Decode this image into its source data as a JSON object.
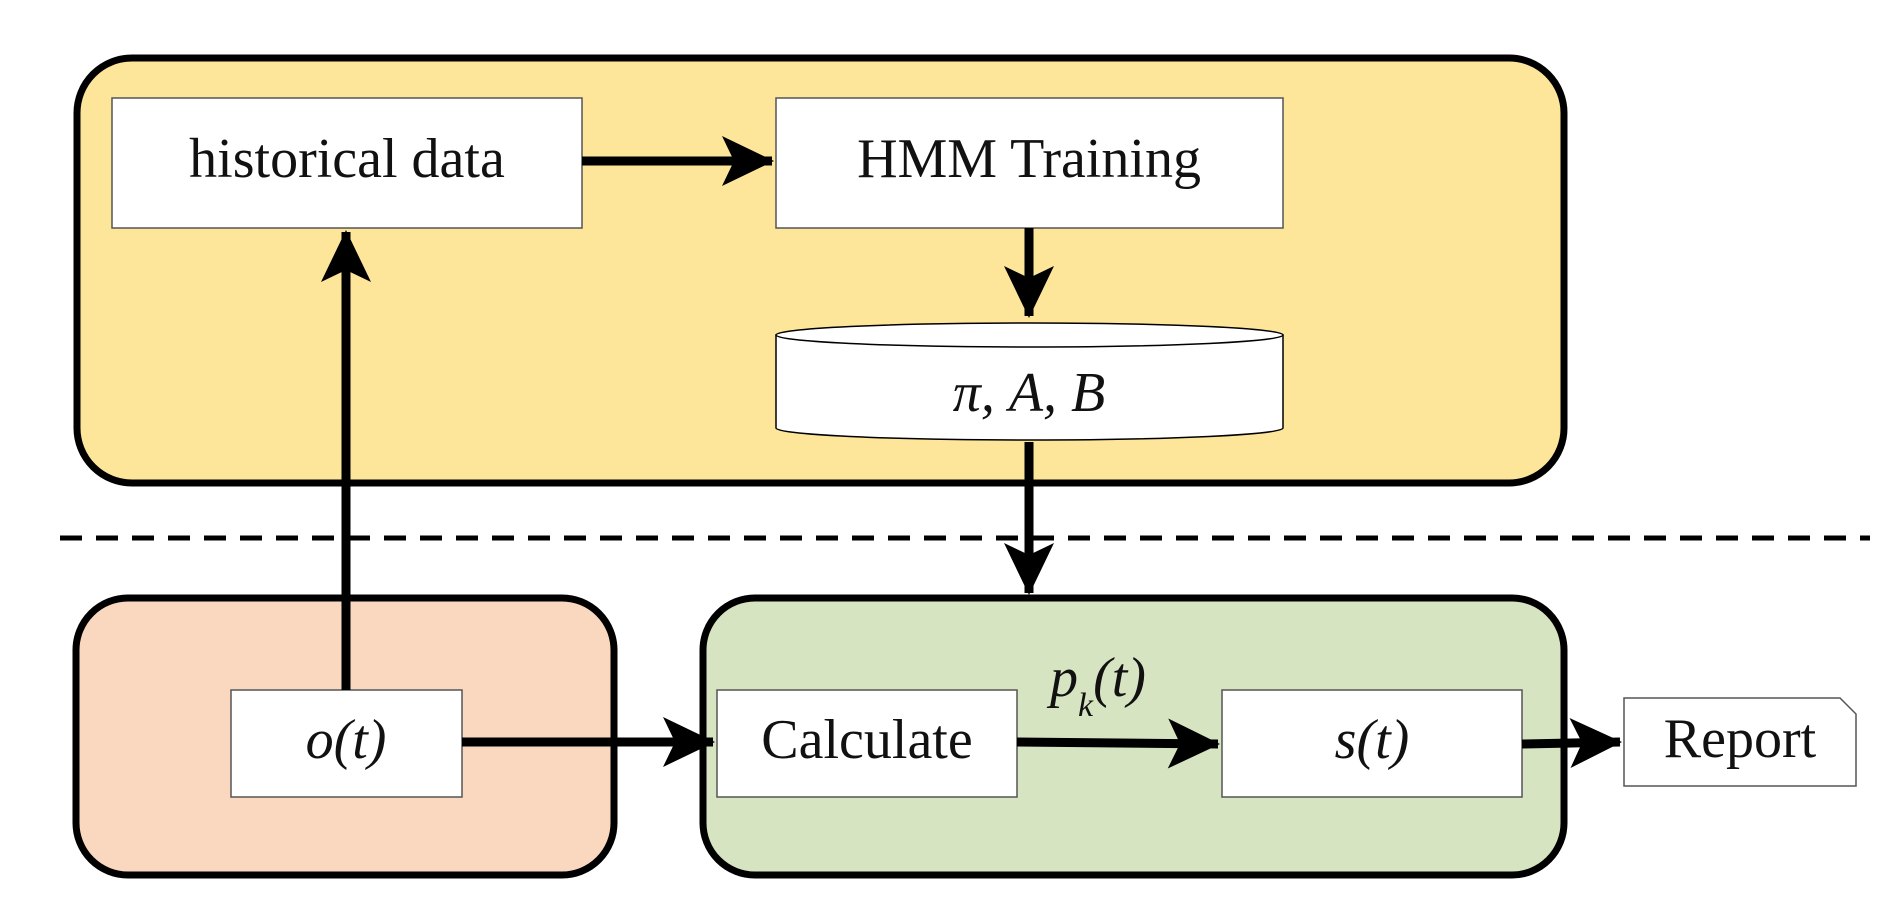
{
  "colors": {
    "training_panel": "#FDE59A",
    "input_panel": "#F9D8BF",
    "detection_panel": "#D7E4C2",
    "box_fill": "#FFFFFF",
    "stroke": "#000000"
  },
  "nodes": {
    "historical_data": "historical data",
    "hmm_training": "HMM Training",
    "parameters": "π, A, B",
    "observation": "o(t)",
    "calculate": "Calculate",
    "state": "s(t)",
    "report": "Report"
  },
  "edges": {
    "probability_label": "pk(t)",
    "probability_base": "p",
    "probability_subscript": "k",
    "probability_suffix": "(t)"
  }
}
